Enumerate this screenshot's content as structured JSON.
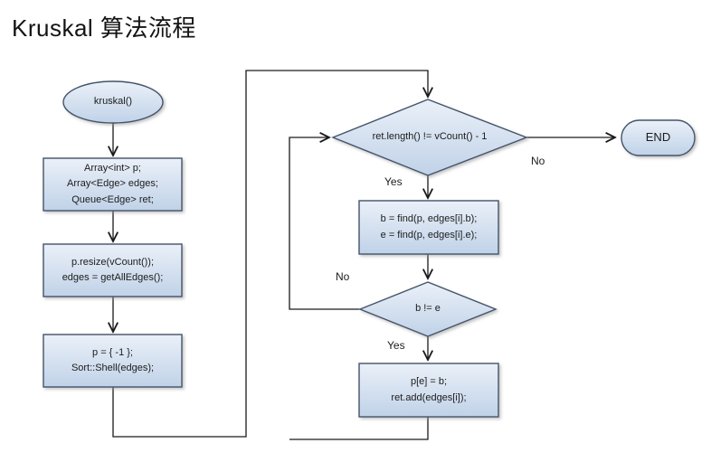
{
  "title": "Kruskal 算法流程",
  "colors": {
    "shape_fill_top": "#eaf0f8",
    "shape_fill_bottom": "#c0d2e8",
    "shape_border": "#44546a",
    "connector": "#1a1a1a",
    "text": "#1c1c1c",
    "background": "#ffffff"
  },
  "nodes": {
    "start": {
      "label": "kruskal()",
      "shape": "ellipse"
    },
    "declare": {
      "lines": [
        "Array<int> p;",
        "Array<Edge> edges;",
        "Queue<Edge> ret;"
      ],
      "shape": "rect"
    },
    "init": {
      "lines": [
        "p.resize(vCount());",
        "edges = getAllEdges();"
      ],
      "shape": "rect"
    },
    "prepare": {
      "lines": [
        "p = { -1 };",
        "Sort::Shell(edges);"
      ],
      "shape": "rect"
    },
    "loop_condition": {
      "label": "ret.length() != vCount() - 1",
      "shape": "diamond"
    },
    "end": {
      "label": "END",
      "shape": "stadium"
    },
    "find": {
      "lines": [
        "b = find(p, edges[i].b);",
        "e = find(p, edges[i].e);"
      ],
      "shape": "rect"
    },
    "compare": {
      "label": "b != e",
      "shape": "diamond"
    },
    "union": {
      "lines": [
        "p[e] = b;",
        "ret.add(edges[i]);"
      ],
      "shape": "rect"
    }
  },
  "edge_labels": {
    "loop_condition_yes": "Yes",
    "loop_condition_no": "No",
    "compare_no": "No",
    "compare_yes": "Yes"
  }
}
